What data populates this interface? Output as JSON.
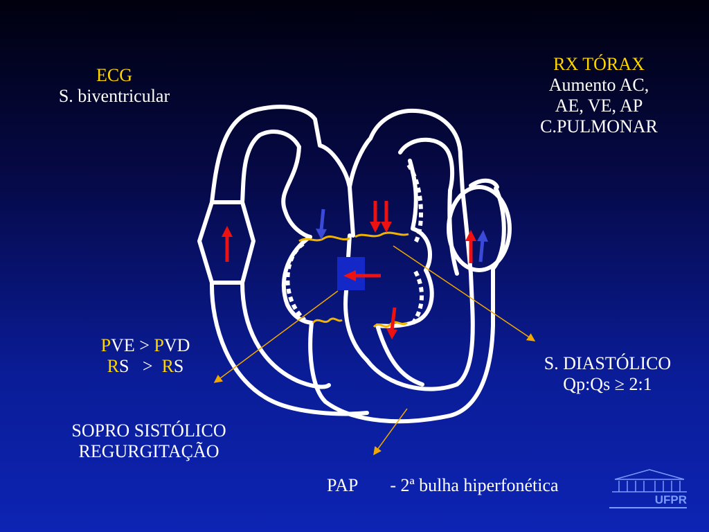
{
  "ecg": {
    "title": "ECG",
    "line1": "S. biventricular"
  },
  "rx": {
    "title": "RX TÓRAX",
    "line1": "Aumento AC,",
    "line2": "AE, VE, AP",
    "line3": "C.PULMONAR"
  },
  "pressure": {
    "l1_a": "P",
    "l1_b": "VE > ",
    "l1_c": "P",
    "l1_d": "VD",
    "l2_a": "R",
    "l2_b": "S   >  ",
    "l2_c": "R",
    "l2_d": "S"
  },
  "diastolic": {
    "line1": "S. DIASTÓLICO",
    "line2": "Qp:Qs ≥ 2:1"
  },
  "murmur": {
    "line1": "SOPRO SISTÓLICO",
    "line2": "REGURGITAÇÃO"
  },
  "pap": {
    "left": "PAP",
    "right": "-  2ª bulha hiperfonética"
  },
  "logo": {
    "text": "UFPR"
  },
  "colors": {
    "label_yellow": "#ffd700",
    "red_arrow": "#ee1111",
    "blue_arrow": "#3a4ad6",
    "valve": "#f0b400",
    "defect": "#1428c8"
  }
}
